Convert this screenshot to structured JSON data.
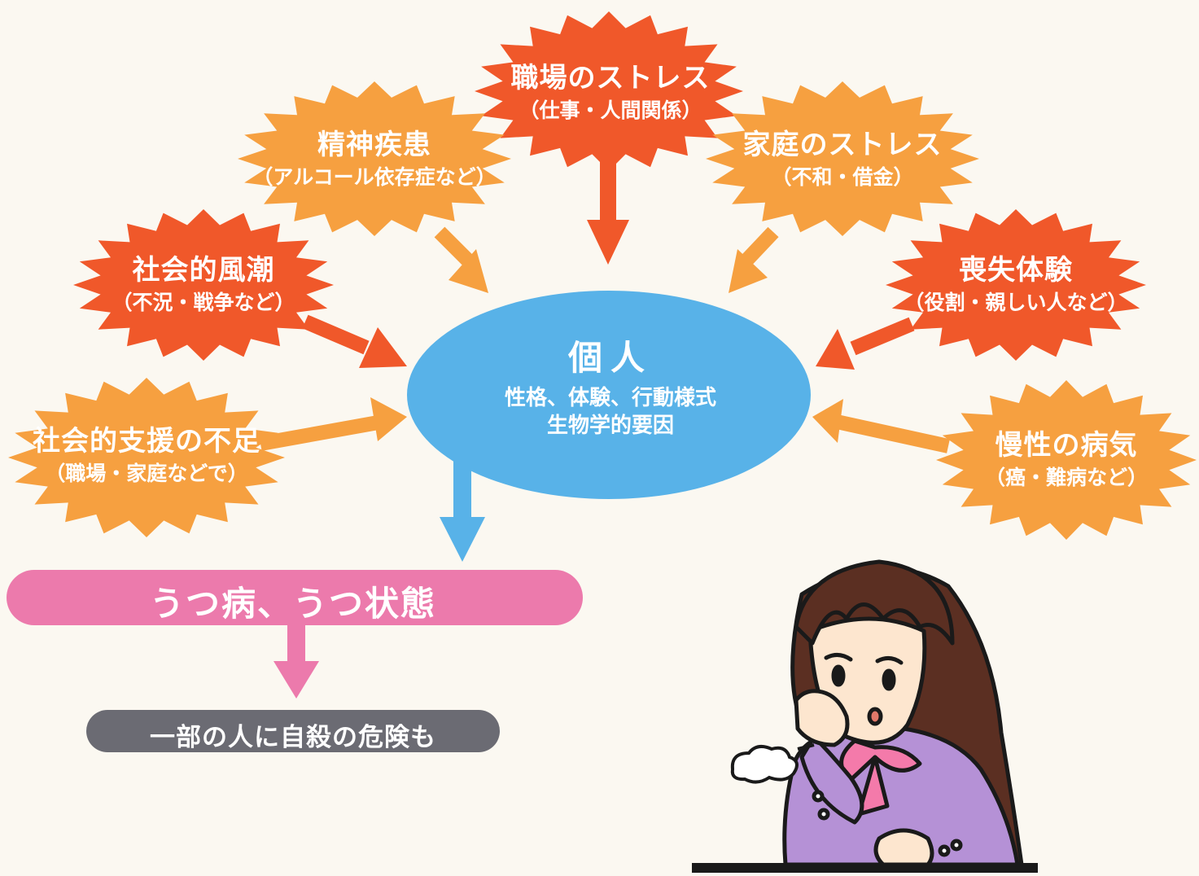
{
  "diagram": {
    "center": {
      "title": "個人",
      "line1": "性格、体験、行動様式",
      "line2": "生物学的要因",
      "color": "#58b2e8"
    },
    "factors": [
      {
        "key": "workplace",
        "title": "職場のストレス",
        "sub": "（仕事・人間関係）",
        "color": "#f0582a"
      },
      {
        "key": "mental",
        "title": "精神疾患",
        "sub": "（アルコール依存症など）",
        "color": "#f6a040"
      },
      {
        "key": "family",
        "title": "家庭のストレス",
        "sub": "（不和・借金）",
        "color": "#f6a040"
      },
      {
        "key": "social_trend",
        "title": "社会的風潮",
        "sub": "（不況・戦争など）",
        "color": "#f0582a"
      },
      {
        "key": "loss",
        "title": "喪失体験",
        "sub": "（役割・親しい人など）",
        "color": "#f0582a"
      },
      {
        "key": "support",
        "title": "社会的支援の不足",
        "sub": "（職場・家庭などで）",
        "color": "#f6a040"
      },
      {
        "key": "chronic",
        "title": "慢性の病気",
        "sub": "（癌・難病など）",
        "color": "#f6a040"
      }
    ],
    "outcome": {
      "label": "うつ病、うつ状態",
      "color": "#ec7aac"
    },
    "consequence": {
      "label": "一部の人に自殺の危険も",
      "color": "#6b6b73"
    }
  },
  "colors": {
    "orange_dark": "#f0582a",
    "orange_light": "#f6a040",
    "blue": "#58b2e8",
    "pink": "#ec7aac",
    "gray": "#6b6b73",
    "skin": "#fde6cf",
    "hair": "#5b2f22",
    "uniform": "#b591d6",
    "ribbon": "#f47aaa"
  },
  "illustration": {
    "subject": "girl-sighing-illustration",
    "icons": [
      "sigh-puff-icon"
    ]
  }
}
